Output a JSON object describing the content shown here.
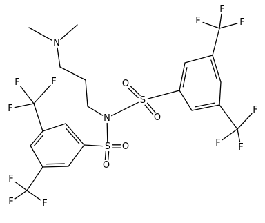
{
  "molecule": {
    "atoms": [
      {
        "id": "Me1",
        "symbol": ""
      },
      {
        "id": "Me2",
        "symbol": ""
      },
      {
        "id": "N1",
        "symbol": "N"
      },
      {
        "id": "C1",
        "symbol": ""
      },
      {
        "id": "C2",
        "symbol": ""
      },
      {
        "id": "C3",
        "symbol": ""
      },
      {
        "id": "N2",
        "symbol": "N"
      },
      {
        "id": "S1",
        "symbol": "S"
      },
      {
        "id": "O1",
        "symbol": "O"
      },
      {
        "id": "O2",
        "symbol": "O"
      },
      {
        "id": "R1",
        "symbol": ""
      },
      {
        "id": "R2",
        "symbol": ""
      },
      {
        "id": "R3",
        "symbol": ""
      },
      {
        "id": "R4",
        "symbol": ""
      },
      {
        "id": "R5",
        "symbol": ""
      },
      {
        "id": "R6",
        "symbol": ""
      },
      {
        "id": "CF3a",
        "symbol": ""
      },
      {
        "id": "Fa1",
        "symbol": "F"
      },
      {
        "id": "Fa2",
        "symbol": "F"
      },
      {
        "id": "Fa3",
        "symbol": "F"
      },
      {
        "id": "CF3b",
        "symbol": ""
      },
      {
        "id": "Fb1",
        "symbol": "F"
      },
      {
        "id": "Fb2",
        "symbol": "F"
      },
      {
        "id": "Fb3",
        "symbol": "F"
      },
      {
        "id": "S2",
        "symbol": "S"
      },
      {
        "id": "O3",
        "symbol": "O"
      },
      {
        "id": "O4",
        "symbol": "O"
      },
      {
        "id": "L1",
        "symbol": ""
      },
      {
        "id": "L2",
        "symbol": ""
      },
      {
        "id": "L3",
        "symbol": ""
      },
      {
        "id": "L4",
        "symbol": ""
      },
      {
        "id": "L5",
        "symbol": ""
      },
      {
        "id": "L6",
        "symbol": ""
      },
      {
        "id": "CF3c",
        "symbol": ""
      },
      {
        "id": "Fc1",
        "symbol": "F"
      },
      {
        "id": "Fc2",
        "symbol": "F"
      },
      {
        "id": "Fc3",
        "symbol": "F"
      },
      {
        "id": "CF3d",
        "symbol": ""
      },
      {
        "id": "Fd1",
        "symbol": "F"
      },
      {
        "id": "Fd2",
        "symbol": "F"
      },
      {
        "id": "Fd3",
        "symbol": "F"
      }
    ],
    "bonds": [
      {
        "a": "Me1",
        "b": "N1",
        "order": 1
      },
      {
        "a": "Me2",
        "b": "N1",
        "order": 1
      },
      {
        "a": "N1",
        "b": "C1",
        "order": 1
      },
      {
        "a": "C1",
        "b": "C2",
        "order": 1
      },
      {
        "a": "C2",
        "b": "C3",
        "order": 1
      },
      {
        "a": "C3",
        "b": "N2",
        "order": 1
      },
      {
        "a": "N2",
        "b": "S1",
        "order": 1
      },
      {
        "a": "S1",
        "b": "O1",
        "order": 2
      },
      {
        "a": "S1",
        "b": "O2",
        "order": 2
      },
      {
        "a": "S1",
        "b": "R1",
        "order": 1
      },
      {
        "a": "R1",
        "b": "R2",
        "order": 2
      },
      {
        "a": "R2",
        "b": "R3",
        "order": 1
      },
      {
        "a": "R3",
        "b": "R4",
        "order": 2
      },
      {
        "a": "R4",
        "b": "R5",
        "order": 1
      },
      {
        "a": "R5",
        "b": "R6",
        "order": 2
      },
      {
        "a": "R6",
        "b": "R1",
        "order": 1
      },
      {
        "a": "R3",
        "b": "CF3a",
        "order": 1
      },
      {
        "a": "CF3a",
        "b": "Fa1",
        "order": 1
      },
      {
        "a": "CF3a",
        "b": "Fa2",
        "order": 1
      },
      {
        "a": "CF3a",
        "b": "Fa3",
        "order": 1
      },
      {
        "a": "R5",
        "b": "CF3b",
        "order": 1
      },
      {
        "a": "CF3b",
        "b": "Fb1",
        "order": 1
      },
      {
        "a": "CF3b",
        "b": "Fb2",
        "order": 1
      },
      {
        "a": "CF3b",
        "b": "Fb3",
        "order": 1
      },
      {
        "a": "N2",
        "b": "S2",
        "order": 1
      },
      {
        "a": "S2",
        "b": "O3",
        "order": 2
      },
      {
        "a": "S2",
        "b": "O4",
        "order": 2
      },
      {
        "a": "S2",
        "b": "L1",
        "order": 1
      },
      {
        "a": "L1",
        "b": "L2",
        "order": 2
      },
      {
        "a": "L2",
        "b": "L3",
        "order": 1
      },
      {
        "a": "L3",
        "b": "L4",
        "order": 2
      },
      {
        "a": "L4",
        "b": "L5",
        "order": 1
      },
      {
        "a": "L5",
        "b": "L6",
        "order": 2
      },
      {
        "a": "L6",
        "b": "L1",
        "order": 1
      },
      {
        "a": "L3",
        "b": "CF3c",
        "order": 1
      },
      {
        "a": "CF3c",
        "b": "Fc1",
        "order": 1
      },
      {
        "a": "CF3c",
        "b": "Fc2",
        "order": 1
      },
      {
        "a": "CF3c",
        "b": "Fc3",
        "order": 1
      },
      {
        "a": "L5",
        "b": "CF3d",
        "order": 1
      },
      {
        "a": "CF3d",
        "b": "Fd1",
        "order": 1
      },
      {
        "a": "CF3d",
        "b": "Fd2",
        "order": 1
      },
      {
        "a": "CF3d",
        "b": "Fd3",
        "order": 1
      }
    ]
  }
}
